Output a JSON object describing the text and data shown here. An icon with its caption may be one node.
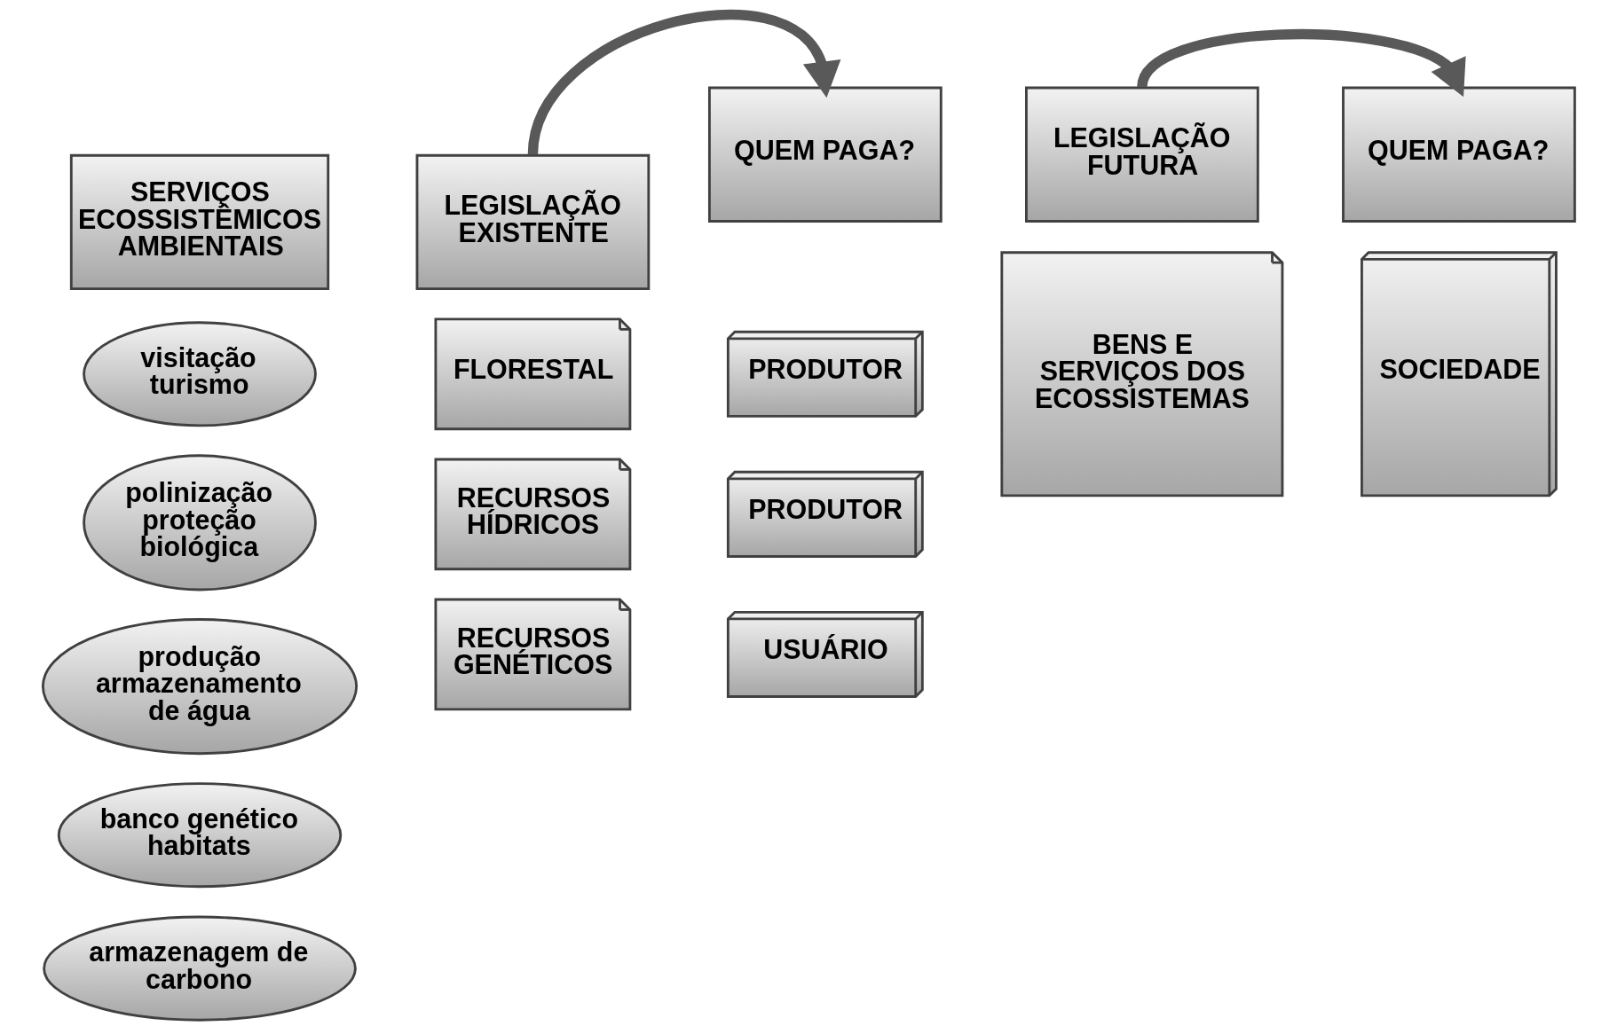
{
  "diagram": {
    "nodes": [
      {
        "text": [
          "SERVIÇOS ECOSSISTÊMICOS AMBIENTAIS"
        ]
      },
      {
        "text": [
          "LEGISLAÇÃO EXISTENTE"
        ]
      },
      {
        "text": [
          "QUEM PAGA?"
        ]
      },
      {
        "text": [
          "LEGISLAÇÃO FUTURA"
        ]
      },
      {
        "text": [
          "QUEM PAGA?"
        ]
      },
      {
        "text": [
          "visitação turismo"
        ]
      },
      {
        "text": [
          "FLORESTAL"
        ]
      },
      {
        "text": [
          "PRODUTOR"
        ]
      },
      {
        "text": [
          "polinização proteção biológica"
        ]
      },
      {
        "text": [
          "BENS E SERVIÇOS DOS ECOSSISTEMAS"
        ]
      },
      {
        "text": [
          "SOCIEDADE"
        ]
      },
      {
        "text": [
          "produção armazenamento de água"
        ]
      },
      {
        "text": [
          "RECURSOS HÍDRICOS"
        ]
      },
      {
        "text": [
          "PRODUTOR"
        ]
      },
      {
        "text": [
          "banco genético habitats"
        ]
      },
      {
        "text": [
          "RECURSOS GENÉTICOS"
        ]
      },
      {
        "text": [
          "USUÁRIO"
        ]
      },
      {
        "text": [
          "armazenagem de carbono"
        ]
      }
    ],
    "edges": [
      {
        "from": 1,
        "to": 2,
        "arrow": "to"
      },
      {
        "from": 3,
        "to": 4,
        "arrow": "to"
      }
    ]
  }
}
